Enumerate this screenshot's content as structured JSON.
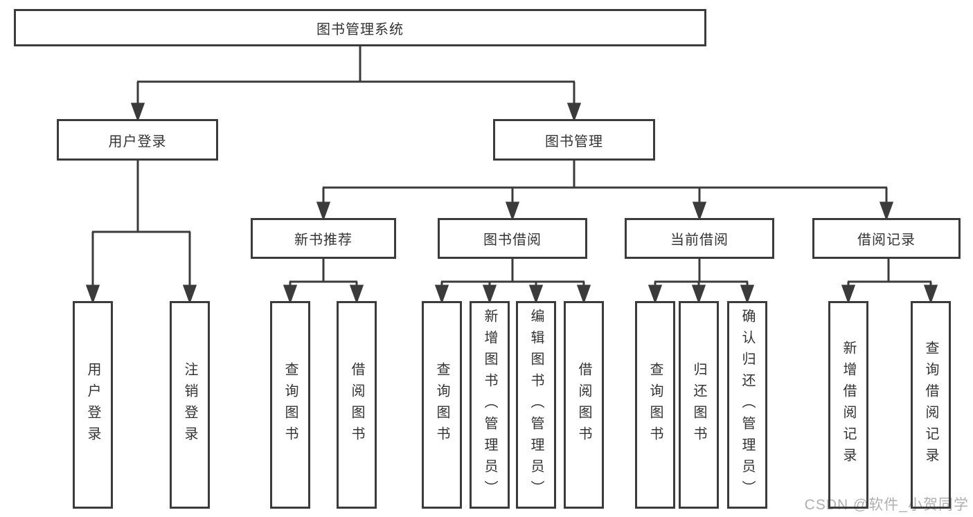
{
  "diagram": {
    "root": "图书管理系统",
    "level2": [
      "用户登录",
      "图书管理"
    ],
    "level3": [
      "新书推荐",
      "图书借阅",
      "当前借阅",
      "借阅记录"
    ],
    "leaves_user_login": [
      "用户登录",
      "注销登录"
    ],
    "leaves_new_book": [
      "查询图书",
      "借阅图书"
    ],
    "leaves_book_borrow": [
      "查询图书",
      "新增图书（管理员）",
      "编辑图书（管理员）",
      "借阅图书"
    ],
    "leaves_current_borrow": [
      "查询图书",
      "归还图书",
      "确认归还（管理员）"
    ],
    "leaves_borrow_records": [
      "新增借阅记录",
      "查询借阅记录"
    ]
  },
  "watermark": "CSDN @软件_小贺同学",
  "colors": {
    "line": "#3b3b3b",
    "text": "#333333",
    "watermark": "#b0b0b0",
    "background": "#ffffff"
  }
}
